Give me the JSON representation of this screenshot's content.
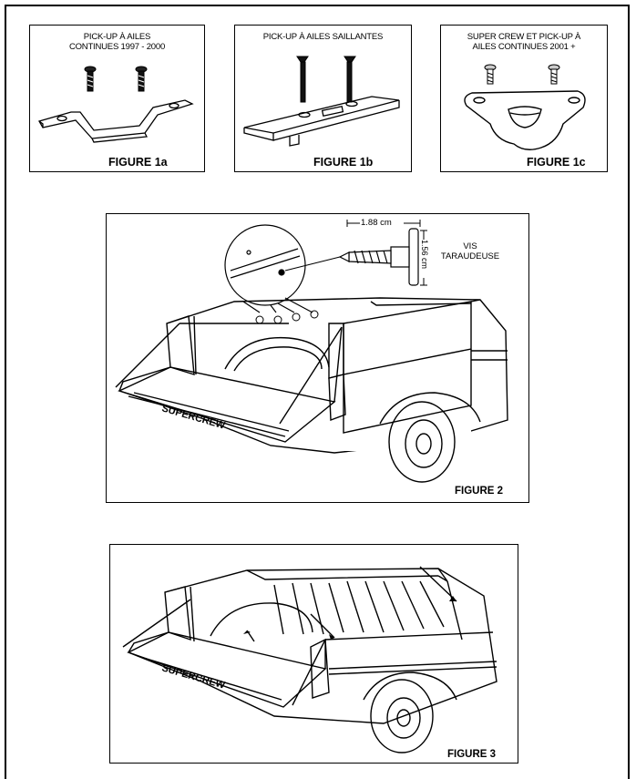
{
  "figure_1a": {
    "header_line1": "PICK-UP À AILES",
    "header_line2": "CONTINUES 1997 - 2000",
    "caption": "FIGURE 1a"
  },
  "figure_1b": {
    "header_line1": "PICK-UP À AILES SAILLANTES",
    "caption": "FIGURE 1b"
  },
  "figure_1c": {
    "header_line1": "SUPER CREW ET PICK-UP À",
    "header_line2": "AILES CONTINUES 2001 +",
    "caption": "FIGURE 1c"
  },
  "figure_2": {
    "dimension_width": "1.88 cm",
    "dimension_height": "1.56 cm",
    "screw_label_line1": "VIS",
    "screw_label_line2": "TARAUDEUSE",
    "caption": "FIGURE 2"
  },
  "figure_3": {
    "caption": "FIGURE 3"
  }
}
